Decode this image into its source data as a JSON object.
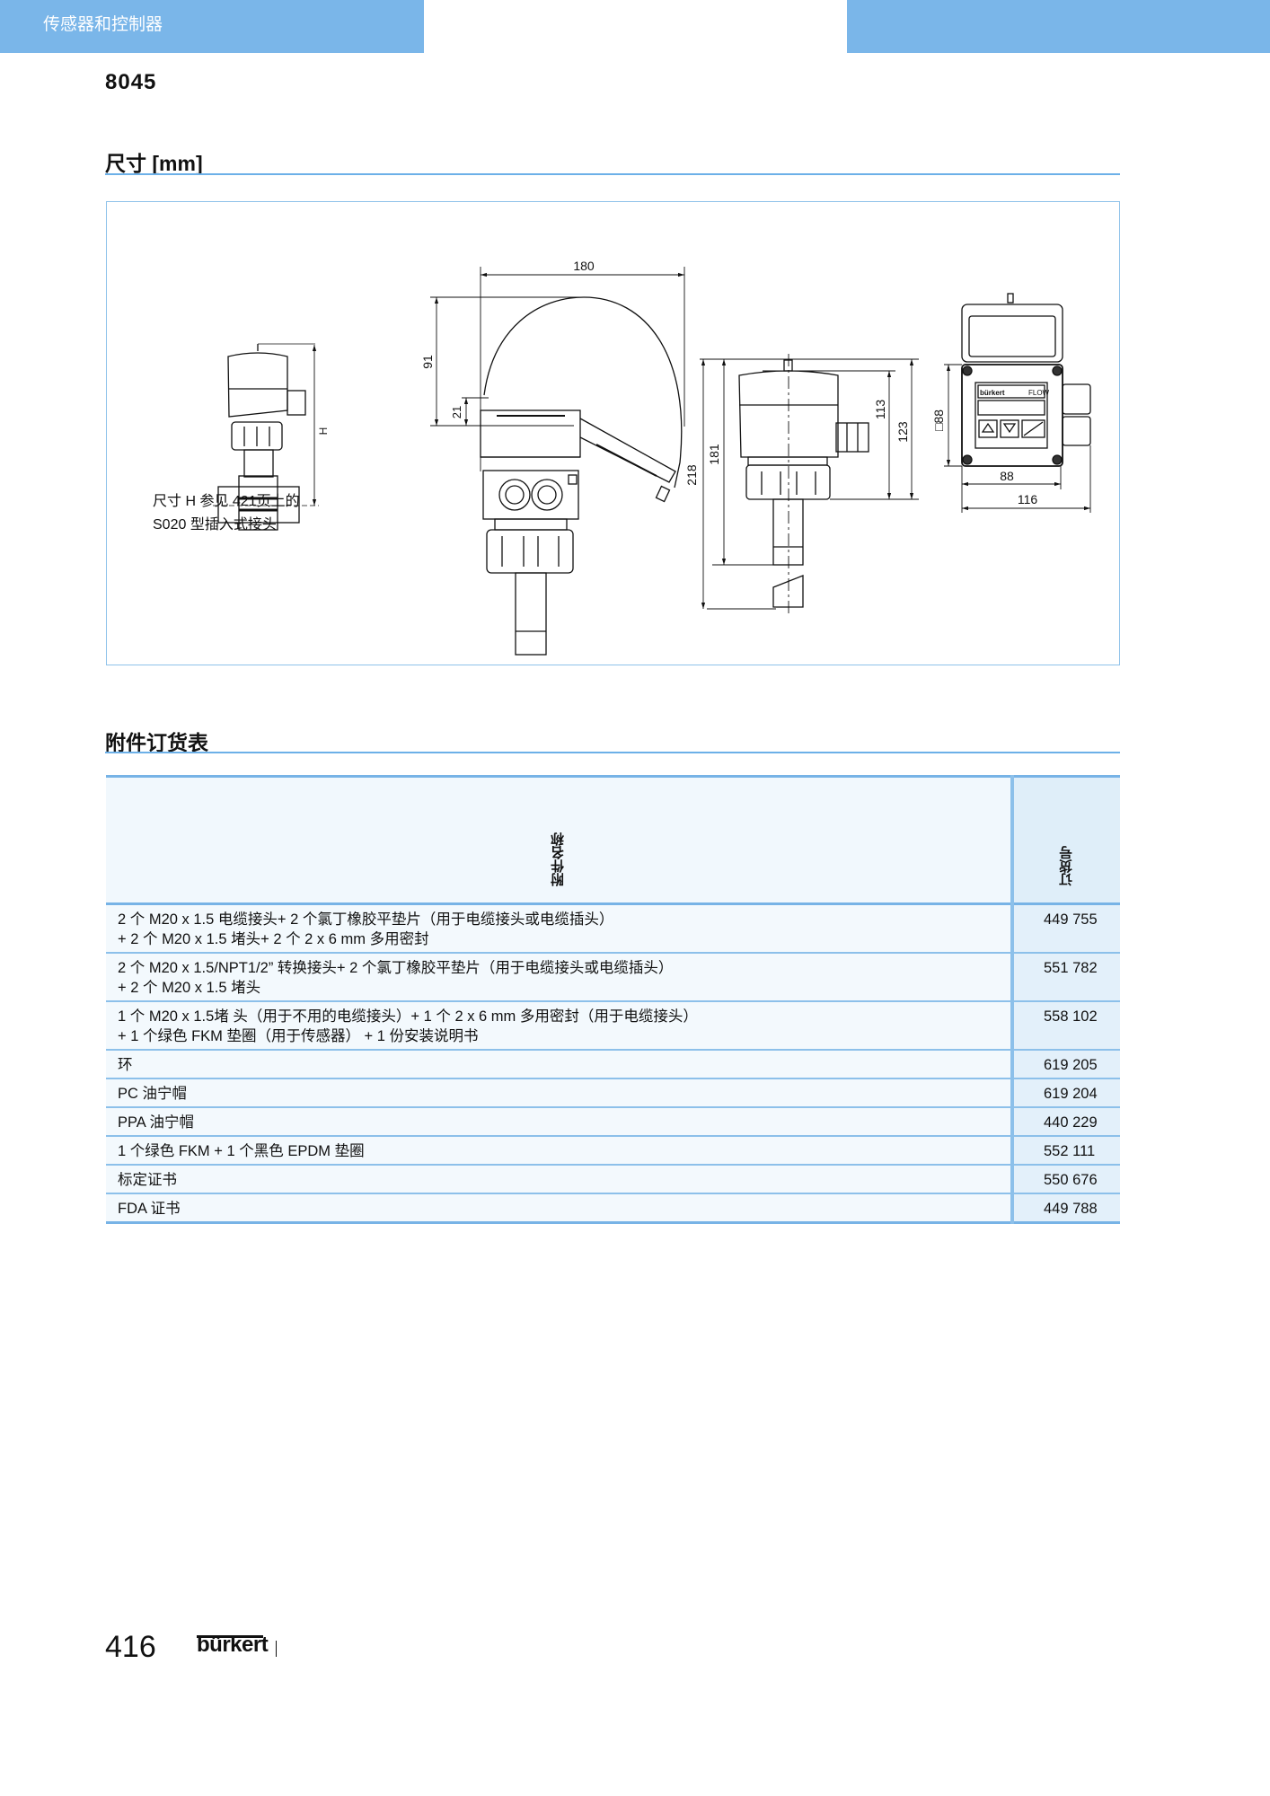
{
  "header": {
    "section_title": "传感器和控制器",
    "color": "#7ab6e9"
  },
  "model": "8045",
  "dimensions": {
    "heading": "尺寸 [mm]",
    "note_lines": [
      "尺寸 H 参见 421页上的",
      "S020 型插入式接头"
    ],
    "labels": {
      "h": "H",
      "d180": "180",
      "d91": "91",
      "d21": "21",
      "d218": "218",
      "d181": "181",
      "d113": "113",
      "d123": "123",
      "sq88": "□88",
      "w88": "88",
      "w116": "116",
      "display_brand": "bürkert",
      "display_flow": "FLOW"
    }
  },
  "accessories": {
    "heading": "附件订货表",
    "columns": [
      "附件名称",
      "订货号"
    ],
    "rows": [
      {
        "name": [
          "2 个 M20 x 1.5 电缆接头+ 2 个氯丁橡胶平垫片（用于电缆接头或电缆插头）",
          "+ 2 个 M20 x 1.5 堵头+ 2 个 2 x 6 mm 多用密封"
        ],
        "order_no": "449 755"
      },
      {
        "name": [
          "2 个 M20 x 1.5/NPT1/2” 转换接头+ 2 个氯丁橡胶平垫片（用于电缆接头或电缆插头）",
          "+ 2 个 M20 x 1.5 堵头"
        ],
        "order_no": "551 782"
      },
      {
        "name": [
          "1 个 M20 x 1.5堵 头（用于不用的电缆接头）+ 1 个 2 x 6 mm 多用密封（用于电缆接头）",
          "+ 1 个绿色 FKM 垫圈（用于传感器） + 1 份安装说明书"
        ],
        "order_no": "558 102"
      },
      {
        "name": [
          "环"
        ],
        "order_no": "619 205"
      },
      {
        "name": [
          "PC 油宁帽"
        ],
        "order_no": "619 204"
      },
      {
        "name": [
          "PPA 油宁帽"
        ],
        "order_no": "440 229"
      },
      {
        "name": [
          "1 个绿色 FKM + 1 个黑色 EPDM 垫圈"
        ],
        "order_no": "552 111"
      },
      {
        "name": [
          "标定证书"
        ],
        "order_no": "550 676"
      },
      {
        "name": [
          "FDA 证书"
        ],
        "order_no": "449 788"
      }
    ]
  },
  "footer": {
    "page_number": "416",
    "brand": "bürkert"
  }
}
